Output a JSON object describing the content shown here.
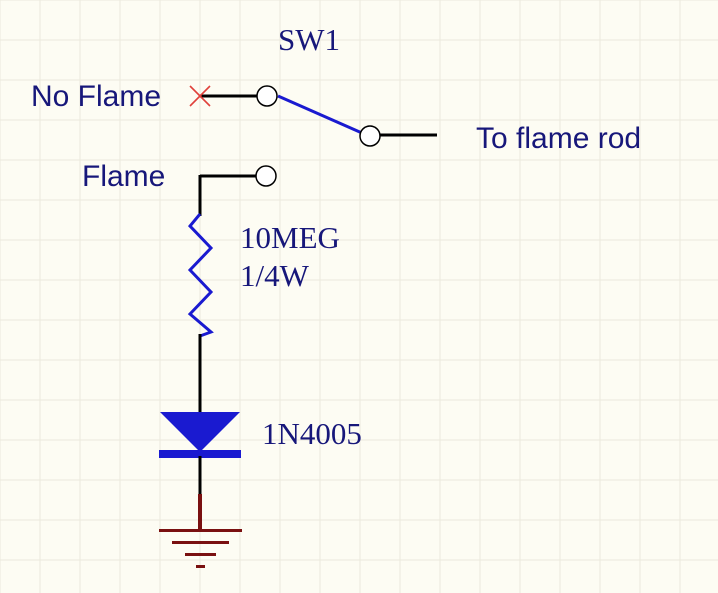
{
  "schematic": {
    "nets": {
      "no_flame": "No Flame",
      "flame": "Flame",
      "output": "To flame rod"
    },
    "switch": {
      "designator": "SW1"
    },
    "resistor": {
      "value": "10MEG",
      "rating": "1/4W"
    },
    "diode": {
      "part": "1N4005"
    },
    "colors": {
      "background": "#fdfcf3",
      "grid": "#ece9dc",
      "wire": "#000000",
      "component": "#1a1ad0",
      "label": "#17177a",
      "ground": "#7a1010",
      "no_connect": "#e0403a"
    }
  }
}
